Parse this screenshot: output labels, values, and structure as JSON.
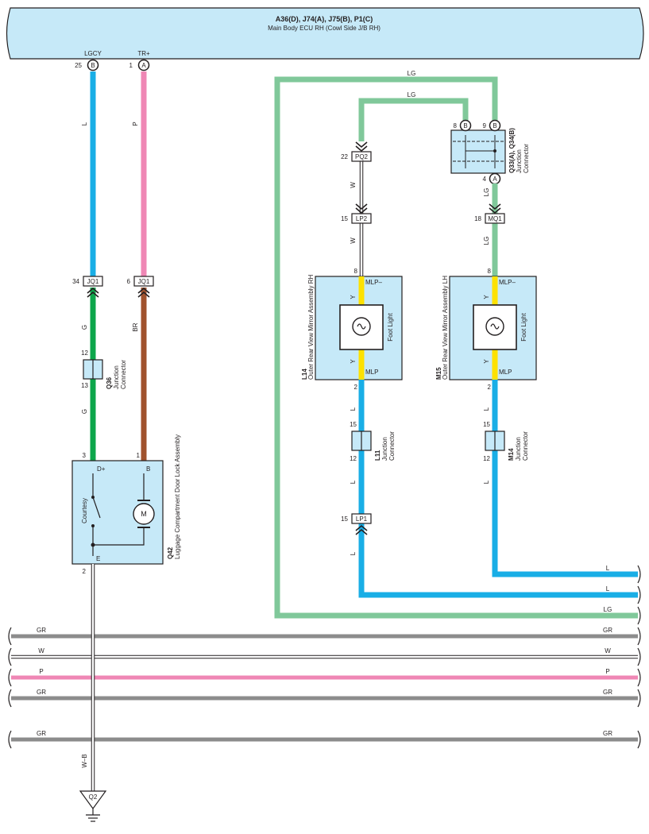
{
  "ecu": {
    "title": "A36(D), J74(A), J75(B), P1(C)",
    "subtitle": "Main Body ECU RH (Cowl Side J/B RH)",
    "pins": [
      {
        "name": "LGCY",
        "num": "25",
        "conn": "B"
      },
      {
        "name": "TR+",
        "num": "1",
        "conn": "A"
      }
    ]
  },
  "colors": {
    "ecu_fill": "#c6e9f8",
    "L": "#19aee6",
    "P": "#ef87b5",
    "G": "#0da64b",
    "BR": "#a0522d",
    "LG": "#80c89a",
    "Y": "#fde100",
    "GR": "#8c8c8c",
    "W": "#ffffff"
  },
  "wires": {
    "L": "L",
    "P": "P",
    "G": "G",
    "BR": "BR",
    "LG": "LG",
    "W": "W",
    "Y": "Y",
    "GR": "GR",
    "WB": "W–B"
  },
  "connectors": {
    "jq1_a": {
      "pin": "34",
      "name": "JQ1"
    },
    "jq1_b": {
      "pin": "6",
      "name": "JQ1"
    },
    "pq2": {
      "pin": "22",
      "name": "PQ2"
    },
    "lp2": {
      "pin": "15",
      "name": "LP2"
    },
    "mq1": {
      "pin": "18",
      "name": "MQ1"
    },
    "lp1": {
      "pin": "15",
      "name": "LP1"
    }
  },
  "junctions": {
    "q36": {
      "id": "Q36",
      "label": [
        "Junction",
        "Connector"
      ],
      "pin_top": "12",
      "pin_bottom": "13"
    },
    "q33": {
      "id": "Q33(A), Q34(B)",
      "label": [
        "Junction",
        "Connector"
      ],
      "pin_a": "8",
      "pin_a_conn": "B",
      "pin_b": "9",
      "pin_b_conn": "B",
      "pin_c": "4",
      "pin_c_conn": "A"
    },
    "l11": {
      "id": "L11",
      "label": [
        "Junction",
        "Connector"
      ],
      "pin_top": "15",
      "pin_bottom": "12"
    },
    "m14": {
      "id": "M14",
      "label": [
        "Junction",
        "Connector"
      ],
      "pin_top": "15",
      "pin_bottom": "12"
    }
  },
  "mirror_rh": {
    "id": "L14",
    "name": "Outer Rear View Mirror Assembly RH",
    "term_top": "MLP–",
    "term_bottom": "MLP",
    "pin_top": "8",
    "pin_bottom": "2",
    "lamp": "Foot Light"
  },
  "mirror_lh": {
    "id": "M15",
    "name": "Outer Rear View Mirror Assembly LH",
    "term_top": "MLP–",
    "term_bottom": "MLP",
    "pin_top": "8",
    "pin_bottom": "2",
    "lamp": "Foot Light"
  },
  "lock": {
    "id": "Q42",
    "name": "Luggage Compartment Door Lock Assembly",
    "term_dplus": "D+",
    "term_b": "B",
    "term_e": "E",
    "pin_dplus": "3",
    "pin_b": "1",
    "pin_e": "2",
    "switch": "Courtesy",
    "motor": "M"
  },
  "ground": {
    "id": "Q2"
  }
}
